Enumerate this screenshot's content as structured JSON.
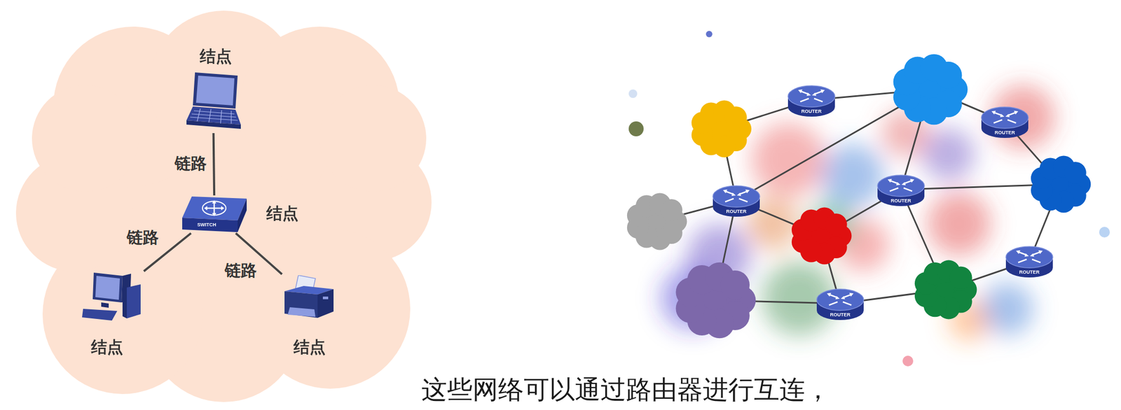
{
  "diagram": {
    "caption": "这些网络可以通过路由器进行互连，",
    "nodes": [
      {
        "text": [
          "结点"
        ]
      },
      {
        "text": [
          "SWITCH",
          "结点"
        ]
      },
      {
        "text": [
          "结点"
        ]
      },
      {
        "text": [
          "结点"
        ]
      },
      {
        "text": [
          "ROUTER"
        ]
      },
      {
        "text": [
          "ROUTER"
        ]
      },
      {
        "text": [
          "ROUTER"
        ]
      },
      {
        "text": [
          "ROUTER"
        ]
      },
      {
        "text": [
          "ROUTER"
        ]
      },
      {
        "text": [
          "ROUTER"
        ]
      }
    ],
    "edges": [
      {
        "from": 0,
        "to": 1,
        "arrow": "none",
        "label": "链路"
      },
      {
        "from": 1,
        "to": 2,
        "arrow": "none",
        "label": "链路"
      },
      {
        "from": 1,
        "to": 3,
        "arrow": "none",
        "label": "链路"
      }
    ]
  }
}
